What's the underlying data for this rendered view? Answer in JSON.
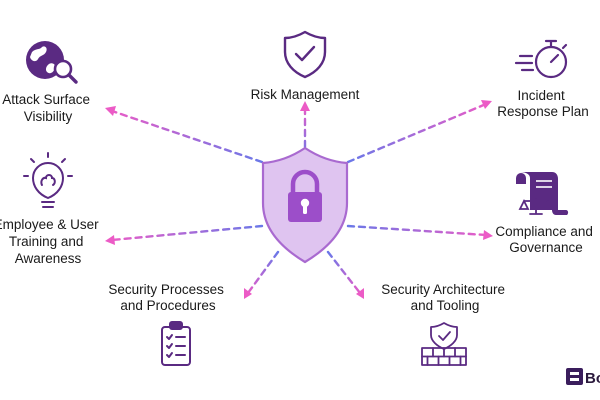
{
  "colors": {
    "accent": "#5a2a82",
    "shield_fill": "#dfc4f0",
    "shield_stroke": "#a96ad0",
    "lock": "#9c4ec9",
    "arrow_start": "#6a78e8",
    "arrow_end": "#ec5bc6",
    "text": "#1a1a1a"
  },
  "center": {
    "icon": "shield-lock-icon"
  },
  "nodes": [
    {
      "id": "risk",
      "icon": "shield-check-icon",
      "label": [
        "Risk Management"
      ]
    },
    {
      "id": "attack",
      "icon": "globe-magnifier-icon",
      "label": [
        "Attack Surface",
        "Visibility"
      ]
    },
    {
      "id": "incident",
      "icon": "stopwatch-icon",
      "label": [
        "Incident",
        "Response Plan"
      ]
    },
    {
      "id": "training",
      "icon": "brain-bulb-icon",
      "label": [
        "Employee & User",
        "Training and",
        "Awareness"
      ]
    },
    {
      "id": "compliance",
      "icon": "scroll-scales-icon",
      "label": [
        "Compliance and",
        "Governance"
      ]
    },
    {
      "id": "processes",
      "icon": "clipboard-checklist-icon",
      "label": [
        "Security Processes",
        "and Procedures"
      ]
    },
    {
      "id": "architecture",
      "icon": "firewall-shield-icon",
      "label": [
        "Security Architecture",
        "and Tooling"
      ]
    }
  ],
  "brand": {
    "text": "Bo",
    "icon": "brand-logo-icon"
  }
}
